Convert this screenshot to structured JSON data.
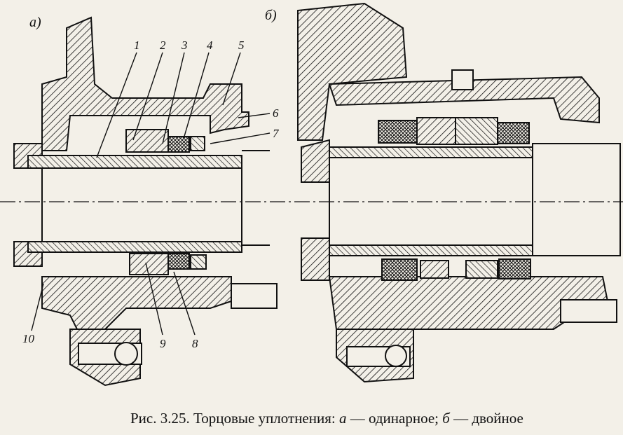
{
  "figure": {
    "panel_a_label": "а)",
    "panel_b_label": "б)",
    "callouts": [
      "1",
      "2",
      "3",
      "4",
      "5",
      "6",
      "7",
      "8",
      "9",
      "10"
    ]
  },
  "caption": {
    "prefix": "Рис. 3.25. Торцовые уплотнения: ",
    "letter_a": "а",
    "part_a": " — одинарное; ",
    "letter_b": "б",
    "part_b": " — двойное"
  },
  "colors": {
    "paper": "#f3f0e8",
    "ink": "#111111"
  }
}
